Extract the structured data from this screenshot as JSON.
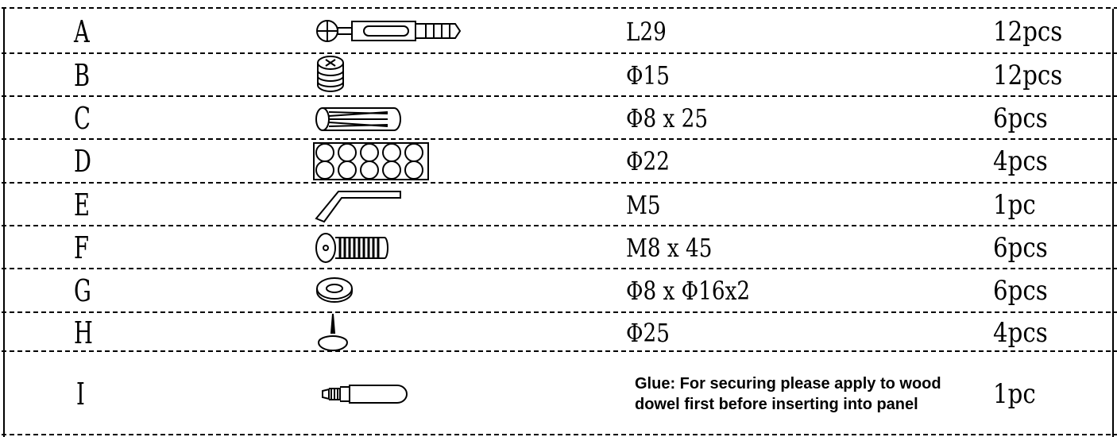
{
  "rows": [
    {
      "letter": "A",
      "icon": "cam-lock-bolt-icon",
      "spec": "L29",
      "qty": "12pcs"
    },
    {
      "letter": "B",
      "icon": "cam-lock-nut-icon",
      "spec": "Φ15",
      "qty": "12pcs"
    },
    {
      "letter": "C",
      "icon": "wood-dowel-icon",
      "spec": "Φ8 x 25",
      "qty": "6pcs"
    },
    {
      "letter": "D",
      "icon": "felt-pad-sheet-icon",
      "spec": "Φ22",
      "qty": "4pcs"
    },
    {
      "letter": "E",
      "icon": "allen-key-icon",
      "spec": "M5",
      "qty": "1pc"
    },
    {
      "letter": "F",
      "icon": "hex-socket-bolt-icon",
      "spec": "M8 x 45",
      "qty": "6pcs"
    },
    {
      "letter": "G",
      "icon": "washer-icon",
      "spec": "Φ8 x Φ16x2",
      "qty": "6pcs"
    },
    {
      "letter": "H",
      "icon": "nail-glide-icon",
      "spec": "Φ25",
      "qty": "4pcs"
    },
    {
      "letter": "I",
      "icon": "glue-bottle-icon",
      "spec": "Glue: For securing please apply to wood dowel first before inserting into panel",
      "qty": "1pc"
    }
  ]
}
